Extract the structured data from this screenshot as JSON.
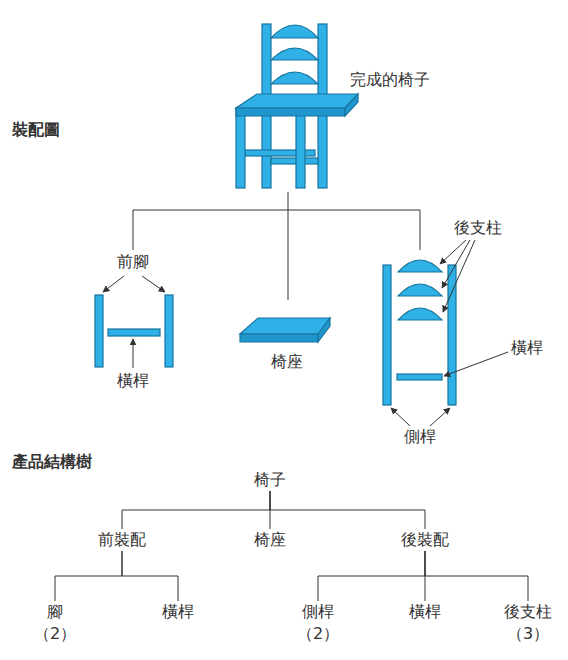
{
  "diagram": {
    "title": "裝配圖",
    "nodes": [
      {
        "text": [
          "椅子"
        ]
      },
      {
        "text": [
          "前裝配"
        ]
      },
      {
        "text": [
          "椅座"
        ]
      },
      {
        "text": [
          "後裝配"
        ]
      },
      {
        "text": [
          "腳",
          "（2）"
        ]
      },
      {
        "text": [
          "橫桿"
        ]
      },
      {
        "text": [
          "側桿",
          "（2）"
        ]
      },
      {
        "text": [
          "橫桿"
        ]
      },
      {
        "text": [
          "後支柱",
          "（3）"
        ]
      }
    ],
    "edges": [
      {
        "from": 0,
        "to": 1,
        "arrow": "none"
      },
      {
        "from": 0,
        "to": 2,
        "arrow": "none"
      },
      {
        "from": 0,
        "to": 3,
        "arrow": "none"
      },
      {
        "from": 1,
        "to": 4,
        "arrow": "none"
      },
      {
        "from": 1,
        "to": 5,
        "arrow": "none"
      },
      {
        "from": 3,
        "to": 6,
        "arrow": "none"
      },
      {
        "from": 3,
        "to": 7,
        "arrow": "none"
      },
      {
        "from": 3,
        "to": 8,
        "arrow": "none"
      }
    ],
    "labels": [
      "完成的椅子",
      "前腳",
      "橫桿",
      "椅座",
      "後支柱",
      "橫桿",
      "側桿",
      "產品結構樹"
    ]
  }
}
